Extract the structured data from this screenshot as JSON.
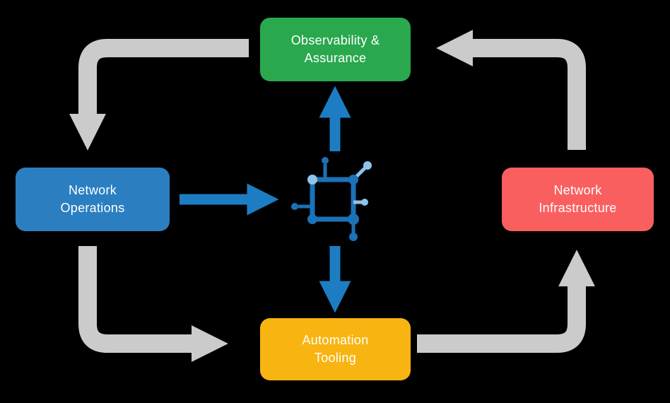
{
  "diagram": {
    "title": "Network automation lifecycle diagram",
    "background_color": "#000000",
    "nodes": {
      "observability": {
        "line1": "Observability &",
        "line2": "Assurance",
        "color": "#2aa84e",
        "text_color": "#ffffff"
      },
      "operations": {
        "line1": "Network",
        "line2": "Operations",
        "color": "#2b7fc1",
        "text_color": "#ffffff"
      },
      "infrastructure": {
        "line1": "Network",
        "line2": "Infrastructure",
        "color": "#fa5f5f",
        "text_color": "#ffffff"
      },
      "automation": {
        "line1": "Automation",
        "line2": "Tooling",
        "color": "#f8b411",
        "text_color": "#ffffff"
      }
    },
    "center_icon": {
      "name": "network-icon",
      "dark_color": "#1a72b8",
      "light_color": "#8ec4ec"
    },
    "arrows": {
      "gray_color": "#cbcbcb",
      "blue_color": "#1d7dc2",
      "list": [
        {
          "name": "arrow-observability-to-operations",
          "from": "observability",
          "to": "operations",
          "color": "#cbcbcb",
          "shape": "elbow"
        },
        {
          "name": "arrow-operations-to-automation",
          "from": "operations",
          "to": "automation",
          "color": "#cbcbcb",
          "shape": "elbow"
        },
        {
          "name": "arrow-automation-to-infrastructure",
          "from": "automation",
          "to": "infrastructure",
          "color": "#cbcbcb",
          "shape": "elbow"
        },
        {
          "name": "arrow-infrastructure-to-observability",
          "from": "infrastructure",
          "to": "observability",
          "color": "#cbcbcb",
          "shape": "elbow"
        },
        {
          "name": "arrow-operations-to-center",
          "from": "operations",
          "to": "center-icon",
          "color": "#1d7dc2",
          "shape": "straight"
        },
        {
          "name": "arrow-center-to-observability",
          "from": "center-icon",
          "to": "observability",
          "color": "#1d7dc2",
          "shape": "straight"
        },
        {
          "name": "arrow-center-to-automation",
          "from": "center-icon",
          "to": "automation",
          "color": "#1d7dc2",
          "shape": "straight"
        }
      ]
    }
  }
}
